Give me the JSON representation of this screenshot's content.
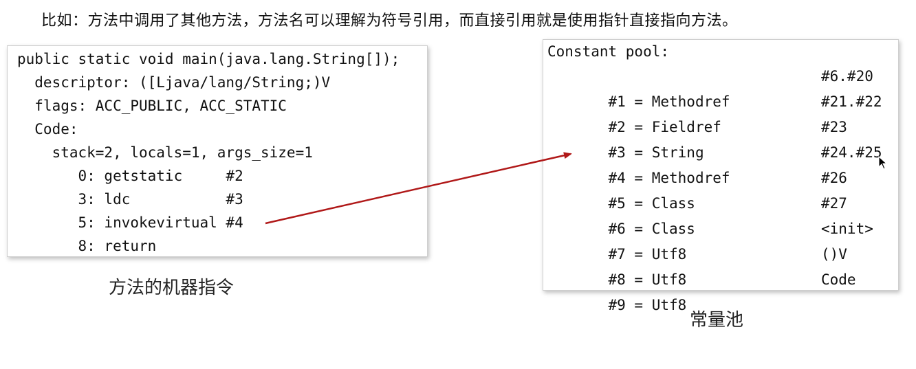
{
  "heading": "比如：方法中调用了其他方法，方法名可以理解为符号引用，而直接引用就是使用指针直接指向方法。",
  "code": {
    "lines": [
      "public static void main(java.lang.String[]);",
      "  descriptor: ([Ljava/lang/String;)V",
      "  flags: ACC_PUBLIC, ACC_STATIC",
      "  Code:",
      "    stack=2, locals=1, args_size=1",
      "       0: getstatic     #2",
      "       3: ldc           #3",
      "       5: invokevirtual #4",
      "       8: return"
    ],
    "caption": "方法的机器指令"
  },
  "pool": {
    "title": "Constant pool:",
    "entries": [
      {
        "label": "   #1 = Methodref",
        "ref": "#6.#20"
      },
      {
        "label": "   #2 = Fieldref",
        "ref": "#21.#22"
      },
      {
        "label": "   #3 = String",
        "ref": "#23"
      },
      {
        "label": "   #4 = Methodref",
        "ref": "#24.#25"
      },
      {
        "label": "   #5 = Class",
        "ref": "#26"
      },
      {
        "label": "   #6 = Class",
        "ref": "#27"
      },
      {
        "label": "   #7 = Utf8",
        "ref": "<init>"
      },
      {
        "label": "   #8 = Utf8",
        "ref": "()V"
      },
      {
        "label": "   #9 = Utf8",
        "ref": "Code"
      }
    ],
    "caption": "常量池"
  },
  "colors": {
    "arrow": "#b01818"
  }
}
